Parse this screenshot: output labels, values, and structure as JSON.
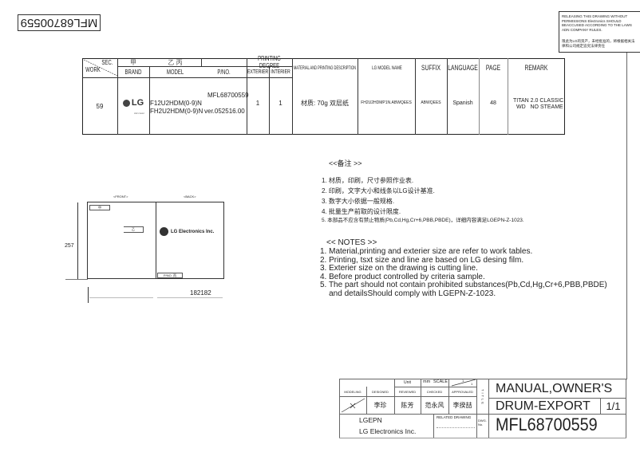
{
  "corner_code": "MFL68700559",
  "notice": {
    "en": "RELEASING THIS DRAWING WITHOUT PERMISSIONS Electronics SHOULD BEACCUSED ACCORDING TO THE LAWS ADN COMPANY RULES.",
    "zh": "限此为LG的资产，未经批准的，将根据相关法律和公司规定追究法律责任"
  },
  "table": {
    "headers": {
      "sec": "SEC.",
      "work": "WORK",
      "jia": "甲",
      "yibing": "乙 丙",
      "brand": "BRAND",
      "model": "MODEL",
      "pno": "P/NO.",
      "printing_degree": "PRINTING DEGREE",
      "exterier": "EXTERIER",
      "interier": "INTERIER",
      "material": "MATERIAL AND PRINTING DESCRIPTION",
      "lg_model_name": "LG MODEL NAME",
      "suffix": "SUFFIX",
      "language": "LANGUAGE",
      "page": "PAGE",
      "remark": "REMARK"
    },
    "row": {
      "work": "59",
      "brand": "LG",
      "brand_sub": "Life's Good",
      "model_1": "F12U2HDM(0-9)N",
      "model_2": "FH2U2HDM(0-9)N",
      "pno": "MFL68700559",
      "version": "ver.052516.00",
      "exterier": "1",
      "interier": "1",
      "material": "材质: 70g 双层纸",
      "lg_model_name": "FH2U2HDMP1N.ABWQEES",
      "suffix": "ABWQEES",
      "language": "Spanish",
      "page": "48",
      "remark_1": "TITAN 2.0 CLASSIC",
      "remark_2": "WD   NO STEAME"
    }
  },
  "drawing": {
    "front": "<FRONT>",
    "back": "<BACK>",
    "box_jia": "甲",
    "box_yi": "乙",
    "logo_text": "LG Electronics Inc.",
    "pno_box": "P/NO. 丙",
    "height": "257",
    "width": "182182"
  },
  "notes_zh": {
    "title": "<<备注 >>",
    "items": [
      "1.  材质，印刷，尺寸参照作业表.",
      "2.  印刷，文字大小和线条以LG设计基准.",
      "3.  数字大小依据一般规格.",
      "4.  批量生产前取的设计限度.",
      "5.  本部品不应含有禁止物质(Pb,Cd,Hg,Cr+6,PBB,PBDE)，详细内容满足LGEPN-Z-1023."
    ]
  },
  "notes_en": {
    "title": "<< NOTES >>",
    "items": [
      "1. Material,printing and exterier size are refer to work tables.",
      "2. Printing, tsxt  size and line are based on LG desing film.",
      "3. Exterier size on the drawing is cutting line.",
      "4. Before product controlled by criteria sample.",
      "5. The part should not contain prohibited substances(Pb,Cd,Hg,Cr+6,PBB,PBDE)",
      "    and detailsShould comply with LGEPN-Z-1023."
    ]
  },
  "title_block": {
    "unit_label": "Unit",
    "unit": "mm",
    "scale_label": "SCALE",
    "scale_num": "1",
    "scale_den": "1",
    "modeling": "MODELING",
    "designed": "DESIGNED",
    "reviewed": "REVIEWED",
    "checked": "CHECKED",
    "approvaled": "APPROVALED",
    "sig_designed": "李珍",
    "sig_reviewed": "陈芳",
    "sig_checked": "范永风",
    "sig_approved": "李揆喆",
    "title_label": "TITLE",
    "company_code": "LGEPN",
    "company": "LG Electronics Inc.",
    "related_drawing": "RELATED DRAWING",
    "dwg_no_label": "DWG. No.",
    "title_1": "MANUAL,OWNER'S",
    "title_2": "DRUM-EXPORT",
    "sheet": "1/1",
    "dwg_no": "MFL68700559"
  }
}
